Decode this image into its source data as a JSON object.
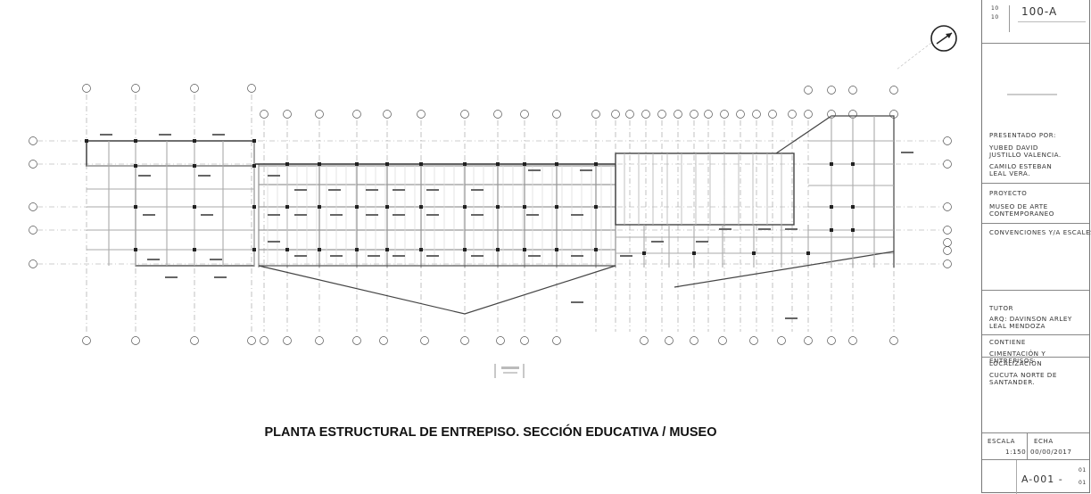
{
  "drawing": {
    "title": "PLANTA ESTRUCTURAL DE ENTREPISO. SECCIÓN EDUCATIVA / MUSEO"
  },
  "title_block": {
    "sheet_code_top": "100-A",
    "presentado_label": "PRESENTADO POR:",
    "presentado_names": [
      "YUBED DAVID",
      "JUSTILLO VALENCIA.",
      "CAMILO ESTEBAN",
      "LEAL VERA."
    ],
    "proyecto_label": "PROYECTO",
    "proyecto_name": [
      "MUSEO DE ARTE",
      "CONTEMPORANEO"
    ],
    "convenciones_label": "CONVENCIONES Y/A ESCALES",
    "tutor_label": "TUTOR",
    "tutor_name": [
      "ARQ: DAVINSON ARLEY",
      "LEAL MENDOZA"
    ],
    "contiene_label": "CONTIENE",
    "contiene_text": [
      "CIMENTACIÓN Y",
      "ENTREPISOS"
    ],
    "localizacion_label": "LOCALIZACIÓN",
    "localizacion_text": [
      "CUCUTA NORTE DE",
      "SANTANDER."
    ],
    "escala_label": "ESCALA",
    "escala_value": "1:150",
    "fecha_label": "ECHA",
    "fecha_value": "00/00/2017",
    "plano_code": "A-001 -",
    "plano_num_top": "01",
    "plano_num_bottom": "01"
  },
  "icons": {
    "north": "north-arrow-icon"
  }
}
